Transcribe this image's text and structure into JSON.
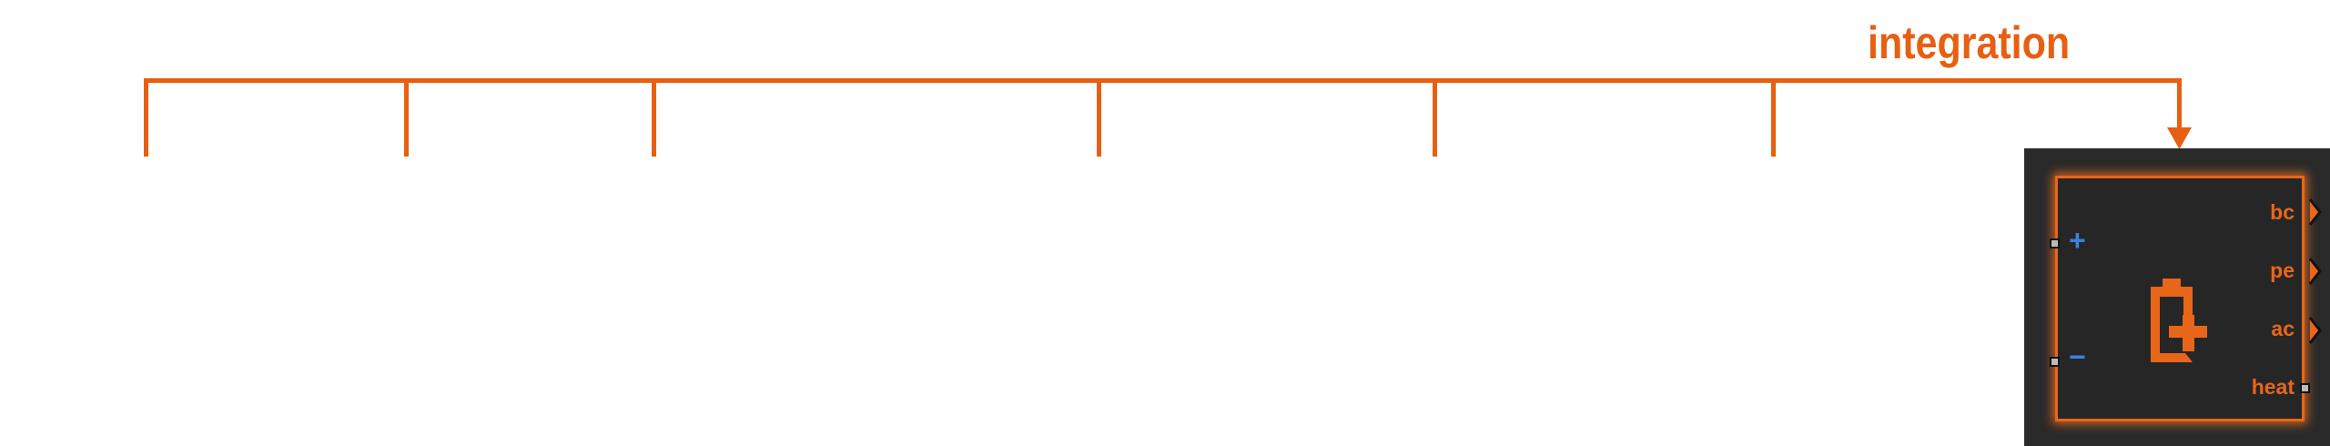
{
  "annotation": {
    "label": "integration",
    "color": "#e85f12"
  },
  "block": {
    "icon": "battery-plus-icon",
    "left_ports": [
      {
        "name": "positive",
        "symbol": "+"
      },
      {
        "name": "negative",
        "symbol": "−"
      }
    ],
    "right_ports": [
      {
        "label": "bc"
      },
      {
        "label": "pe"
      },
      {
        "label": "ac"
      },
      {
        "label": "heat"
      }
    ]
  }
}
